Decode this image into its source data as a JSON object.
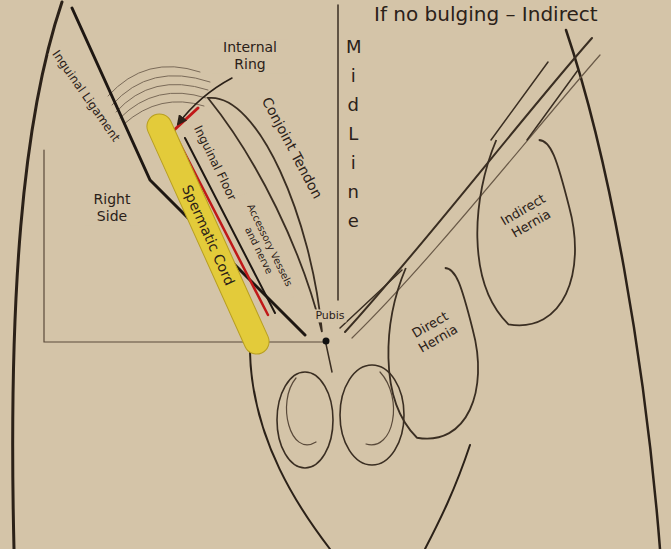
{
  "diagram": {
    "title": "If no bulging – Indirect",
    "nodes": [
      {
        "text": [
          "Spermatic Cord"
        ]
      },
      {
        "text": [
          "Direct Hernia"
        ]
      },
      {
        "text": [
          "Indirect Hernia"
        ]
      }
    ],
    "labels": [
      "Internal Ring",
      "Mid Line",
      "Inguinal Ligament",
      "Right Side",
      "Conjoint Tendon",
      "Inguinal Floor",
      "Accessory Vessels and nerve",
      "Pubis"
    ]
  }
}
